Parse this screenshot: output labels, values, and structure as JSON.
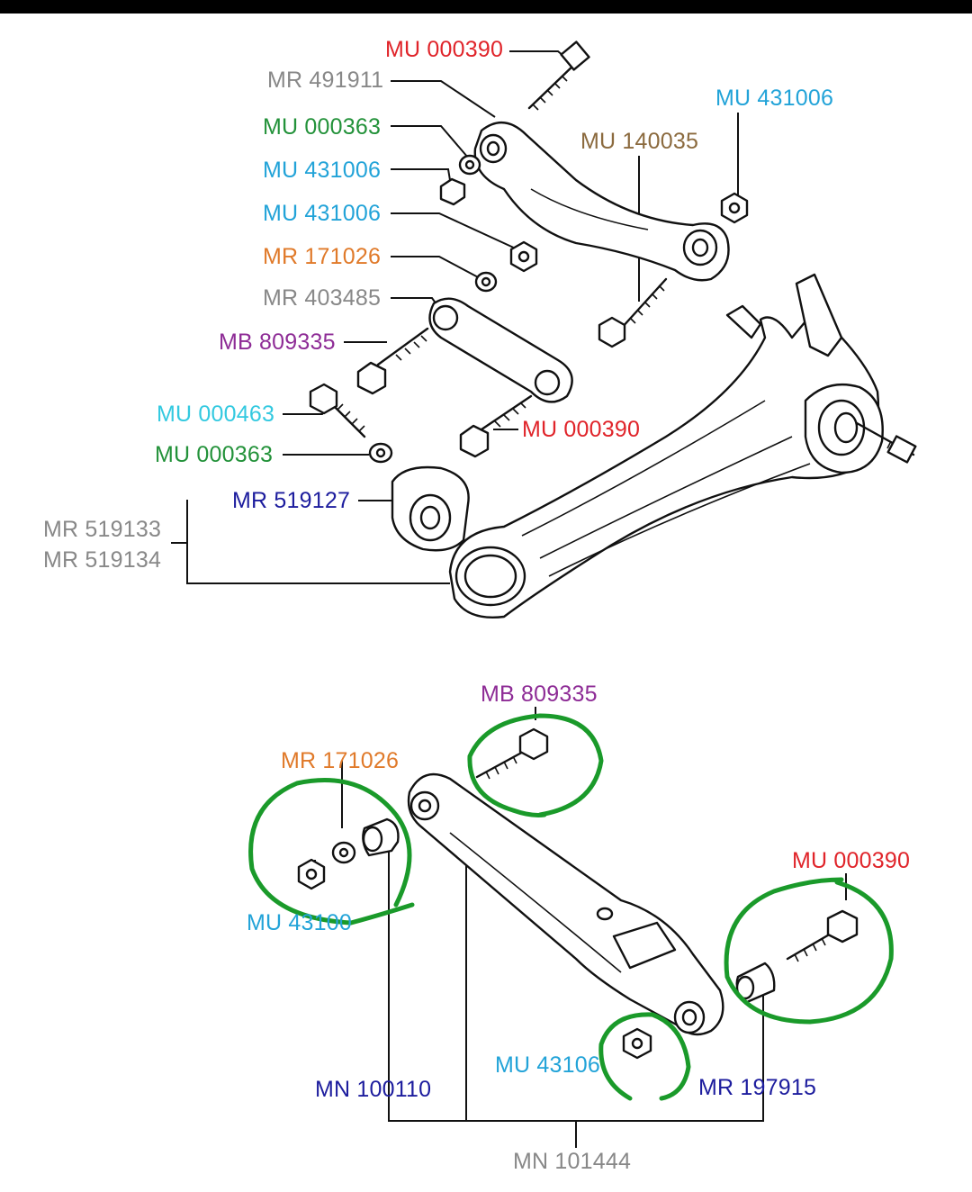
{
  "top_labels": [
    {
      "text": "MU 000390",
      "color": "#e0242a"
    },
    {
      "text": "MR 491911",
      "color": "#888888"
    },
    {
      "text": "MU 431006",
      "color": "#22a3d8"
    },
    {
      "text": "MU 000363",
      "color": "#23923a"
    },
    {
      "text": "MU 140035",
      "color": "#8b6a3e"
    },
    {
      "text": "MU 431006",
      "color": "#22a3d8"
    },
    {
      "text": "MU 431006",
      "color": "#22a3d8"
    },
    {
      "text": "MR 171026",
      "color": "#e07a2a"
    },
    {
      "text": "MR 403485",
      "color": "#888888"
    },
    {
      "text": "MB 809335",
      "color": "#8e2c96"
    },
    {
      "text": "MU 000463",
      "color": "#33c9e0"
    },
    {
      "text": "MU 000390",
      "color": "#e0242a"
    },
    {
      "text": "MU 000363",
      "color": "#23923a"
    },
    {
      "text": "MR 519127",
      "color": "#1d1d9e"
    },
    {
      "text": "MR 519133",
      "color": "#888888"
    },
    {
      "text": "MR 519134",
      "color": "#888888"
    }
  ],
  "bottom_labels": [
    {
      "text": "MB 809335",
      "color": "#8e2c96"
    },
    {
      "text": "MR 171026",
      "color": "#e07a2a"
    },
    {
      "text": "MU 000390",
      "color": "#e0242a"
    },
    {
      "text": "MU 43100",
      "color": "#22a3d8"
    },
    {
      "text": "MU 43106",
      "color": "#22a3d8"
    },
    {
      "text": "MN 100110",
      "color": "#1d1d9e"
    },
    {
      "text": "MR 197915",
      "color": "#1d1d9e"
    },
    {
      "text": "MN 101444",
      "color": "#888888"
    }
  ],
  "highlight_color": "#1a9a2a"
}
